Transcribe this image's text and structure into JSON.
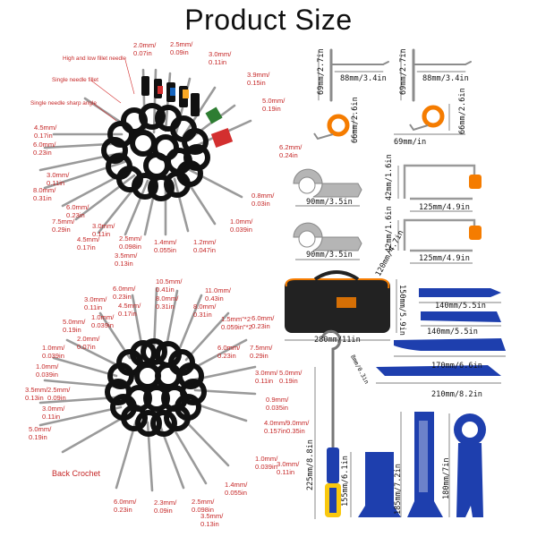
{
  "title": "Product Size",
  "pins_top": {
    "notes": [
      "High and low fillet needle",
      "Single needle fillet",
      "Single needle sharp angle"
    ],
    "labels": [
      [
        "2.0mm/",
        "0.07in"
      ],
      [
        "2.5mm/",
        "0.09in"
      ],
      [
        "3.0mm/",
        "0.11in"
      ],
      [
        "3.9mm/",
        "0.15in"
      ],
      [
        "5.0mm/",
        "0.19in"
      ],
      [
        "6.2mm/",
        "0.24in"
      ],
      [
        "4.5mm/",
        "0.17in"
      ],
      [
        "6.0mm/",
        "0.23in"
      ],
      [
        "3.0mm/",
        "0.11in"
      ],
      [
        "8.0mm/",
        "0.31in"
      ],
      [
        "6.0mm/",
        "0.23in"
      ],
      [
        "7.5mm/",
        "0.29in"
      ],
      [
        "4.5mm/",
        "0.17in"
      ],
      [
        "3.0mm/",
        "0.11in"
      ],
      [
        "2.5mm/",
        "0.098in"
      ],
      [
        "3.5mm/",
        "0.13in"
      ],
      [
        "1.4mm/",
        "0.055in"
      ],
      [
        "1.2mm/",
        "0.047in"
      ],
      [
        "1.0mm/",
        "0.039in"
      ],
      [
        "0.8mm/",
        "0.03in"
      ]
    ]
  },
  "pins_bottom": {
    "caption": "Back Crochet",
    "labels": [
      [
        "6.0mm/",
        "0.23in"
      ],
      [
        "10.5mm/",
        "0.41in"
      ],
      [
        "11.0mm/",
        "0.43in"
      ],
      [
        "3.0mm/",
        "0.11in"
      ],
      [
        "4.5mm/",
        "0.17in"
      ],
      [
        "8.0mm/",
        "0.31in"
      ],
      [
        "8.0mm/",
        "0.31in"
      ],
      [
        "1.0mm/",
        "0.039in"
      ],
      [
        "5.0mm/",
        "0.19in"
      ],
      [
        "2.0mm/",
        "0.07in"
      ],
      [
        "1.5mm\"*2",
        "0.059in\"*2"
      ],
      [
        "6.0mm/",
        "0.23in"
      ],
      [
        "1.0mm/",
        "0.039in"
      ],
      [
        "6.0mm/",
        "0.23in"
      ],
      [
        "7.5mm/",
        "0.29in"
      ],
      [
        "1.0mm/",
        "0.039in"
      ],
      [
        "3.0mm/",
        "0.11in"
      ],
      [
        "5.0mm/",
        "0.19in"
      ],
      [
        "3.5mm/",
        "0.13in"
      ],
      [
        "2.5mm/",
        "0.09in"
      ],
      [
        "0.9mm/",
        "0.035in"
      ],
      [
        "3.0mm/",
        "0.11in"
      ],
      [
        "4.0mm/",
        "0.157in"
      ],
      [
        "9.0mm/",
        "0.35in"
      ],
      [
        "5.0mm/",
        "0.19in"
      ],
      [
        "1.0mm/",
        "0.039in"
      ],
      [
        "3.0mm/",
        "0.11in"
      ],
      [
        "1.4mm/",
        "0.055in"
      ],
      [
        "6.0mm/",
        "0.23in"
      ],
      [
        "2.3mm/",
        "0.09in"
      ],
      [
        "2.5mm/",
        "0.098in"
      ],
      [
        "3.5mm/",
        "0.13in"
      ]
    ]
  },
  "tools": {
    "t_handle_height": "69mm/2.7in",
    "t_handle_width": "88mm/3.4in",
    "hook_height": "66mm/2.6in",
    "hook_width": "69mm/in",
    "ring_key_width": "90mm/3.5in",
    "bracket_height": "42mm/1.6in",
    "bracket_width": "125mm/4.9in",
    "bag_length": "280mm/11in",
    "bag_width": "120mm/4.7in",
    "bag_height": "150mm/5.9in",
    "pry_1": "140mm/5.5in",
    "pry_2": "140mm/5.5in",
    "pry_3": "170mm/6.6in",
    "pry_4": "210mm/8.2in",
    "pry_4_tip": "8mm/0.3in",
    "screwdriver": "225mm/8.8in",
    "tool_a": "155mm/6.1in",
    "tool_b": "185mm/7.2in",
    "tool_c": "180mm/7in"
  }
}
